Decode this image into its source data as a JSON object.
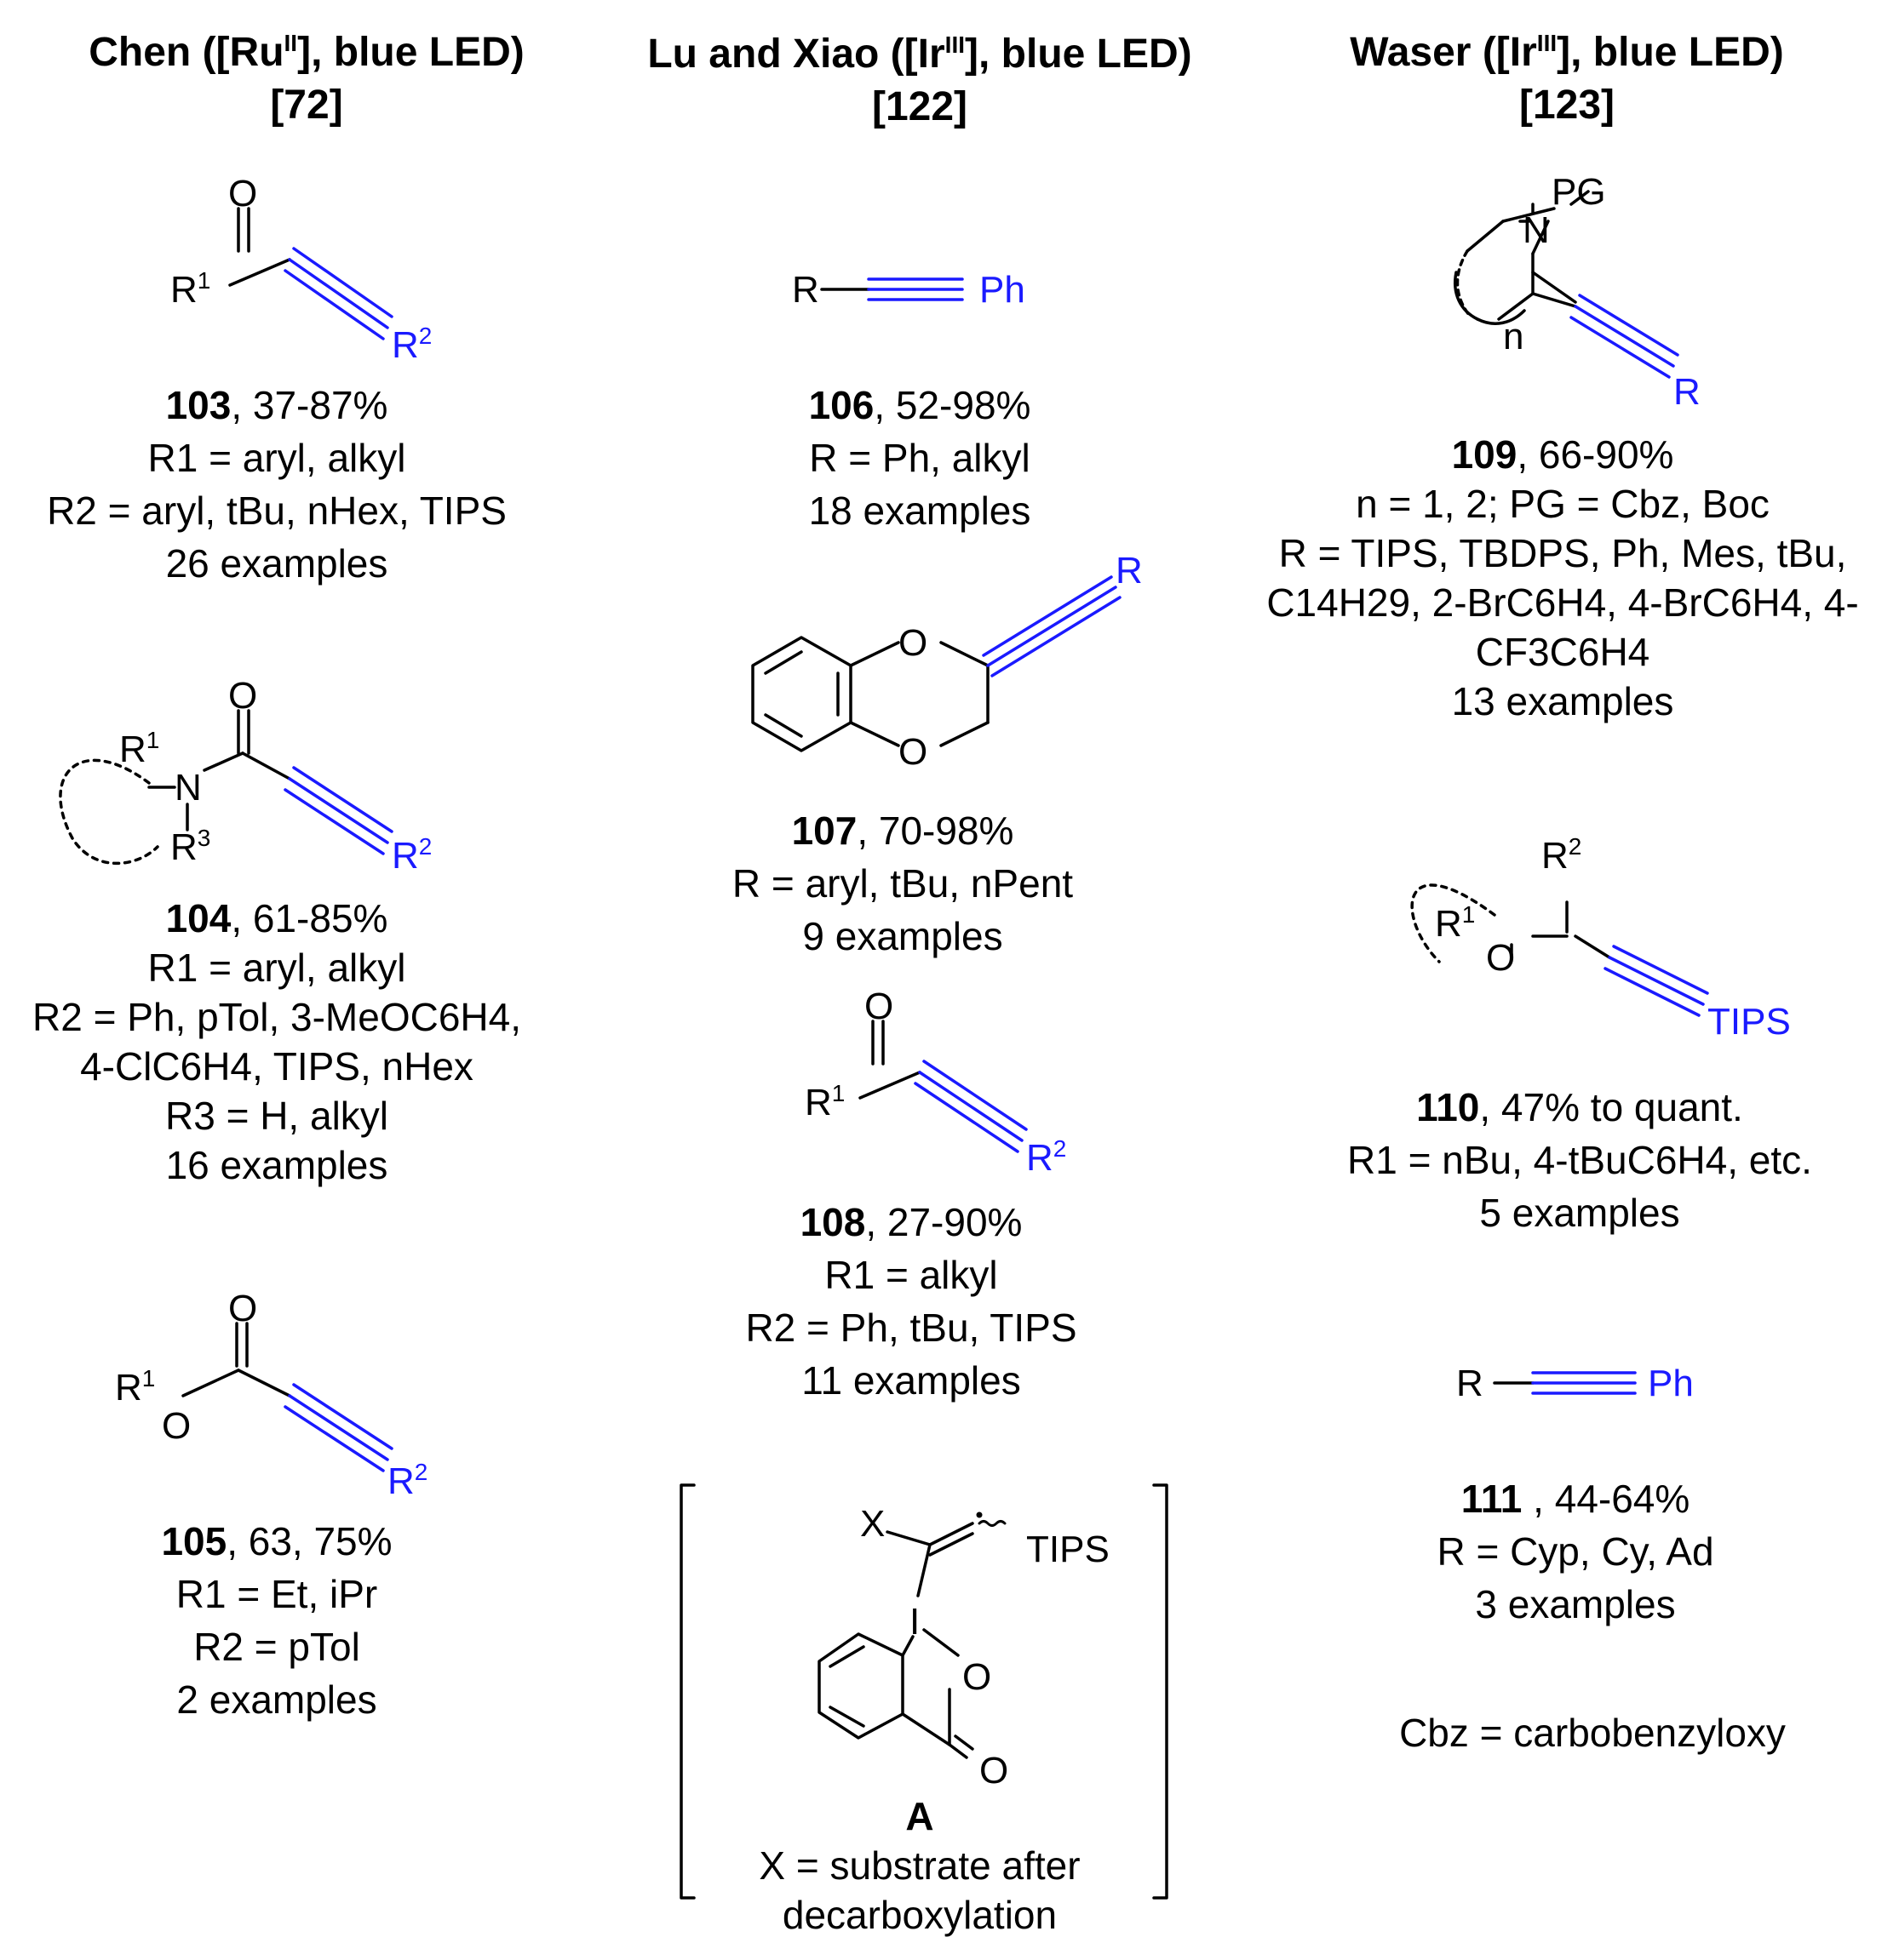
{
  "colors": {
    "alkyne": "#1a1aff",
    "text": "#000000"
  },
  "columns": [
    {
      "header_before": "Chen ([Ru",
      "header_sup": "II",
      "header_after": "], blue LED)",
      "ref": "[72]",
      "compounds": [
        {
          "id": "103",
          "range": ", 37-87%",
          "lines": [
            "R1 = aryl, alkyl",
            "R2 = aryl, tBu, nHex, TIPS",
            "26 examples"
          ]
        },
        {
          "id": "104",
          "range": ", 61-85%",
          "lines": [
            "R1 = aryl, alkyl",
            "R2 = Ph, pTol, 3-MeOC6H4,",
            "4-ClC6H4, TIPS, nHex",
            "R3 = H, alkyl",
            "16 examples"
          ]
        },
        {
          "id": "105",
          "range": ", 63, 75%",
          "lines": [
            "R1 = Et, iPr",
            "R2 = pTol",
            "2 examples"
          ]
        }
      ]
    },
    {
      "header_before": "Lu and Xiao ([Ir",
      "header_sup": "III",
      "header_after": "], blue LED)",
      "ref": "[122]",
      "compounds": [
        {
          "id": "106",
          "range": ", 52-98%",
          "lines": [
            "R = Ph, alkyl",
            "18 examples"
          ]
        },
        {
          "id": "107",
          "range": ", 70-98%",
          "lines": [
            "R = aryl, tBu, nPent",
            "9 examples"
          ]
        },
        {
          "id": "108",
          "range": ", 27-90%",
          "lines": [
            "R1 = alkyl",
            "R2 = Ph, tBu, TIPS",
            "11 examples"
          ]
        }
      ],
      "intermediate": {
        "id": "A",
        "lines": [
          "X = substrate after",
          "decarboxylation"
        ]
      }
    },
    {
      "header_before": "Waser ([Ir",
      "header_sup": "III",
      "header_after": "], blue LED)",
      "ref": "[123]",
      "compounds": [
        {
          "id": "109",
          "range": ", 66-90%",
          "lines": [
            "n = 1, 2; PG = Cbz, Boc",
            "R = TIPS, TBDPS, Ph, Mes, tBu,",
            "C14H29, 2-BrC6H4, 4-BrC6H4, 4-",
            "CF3C6H4",
            "13 examples"
          ]
        },
        {
          "id": "110",
          "range": ", 47% to quant.",
          "lines": [
            "R1 = nBu, 4-tBuC6H4, etc.",
            "5 examples"
          ]
        },
        {
          "id": "111",
          "range": " , 44-64%",
          "lines": [
            "R = Cyp, Cy, Ad",
            "3 examples"
          ]
        }
      ],
      "footnote": "Cbz = carbobenzyloxy"
    }
  ],
  "structure_labels": {
    "O": "O",
    "N": "N",
    "I": "I",
    "X": "X",
    "R": "R",
    "R1": "R",
    "R2": "R",
    "R3": "R",
    "sup1": "1",
    "sup2": "2",
    "sup3": "3",
    "Ph": "Ph",
    "TIPS": "TIPS",
    "PG": "PG",
    "n": "n"
  }
}
